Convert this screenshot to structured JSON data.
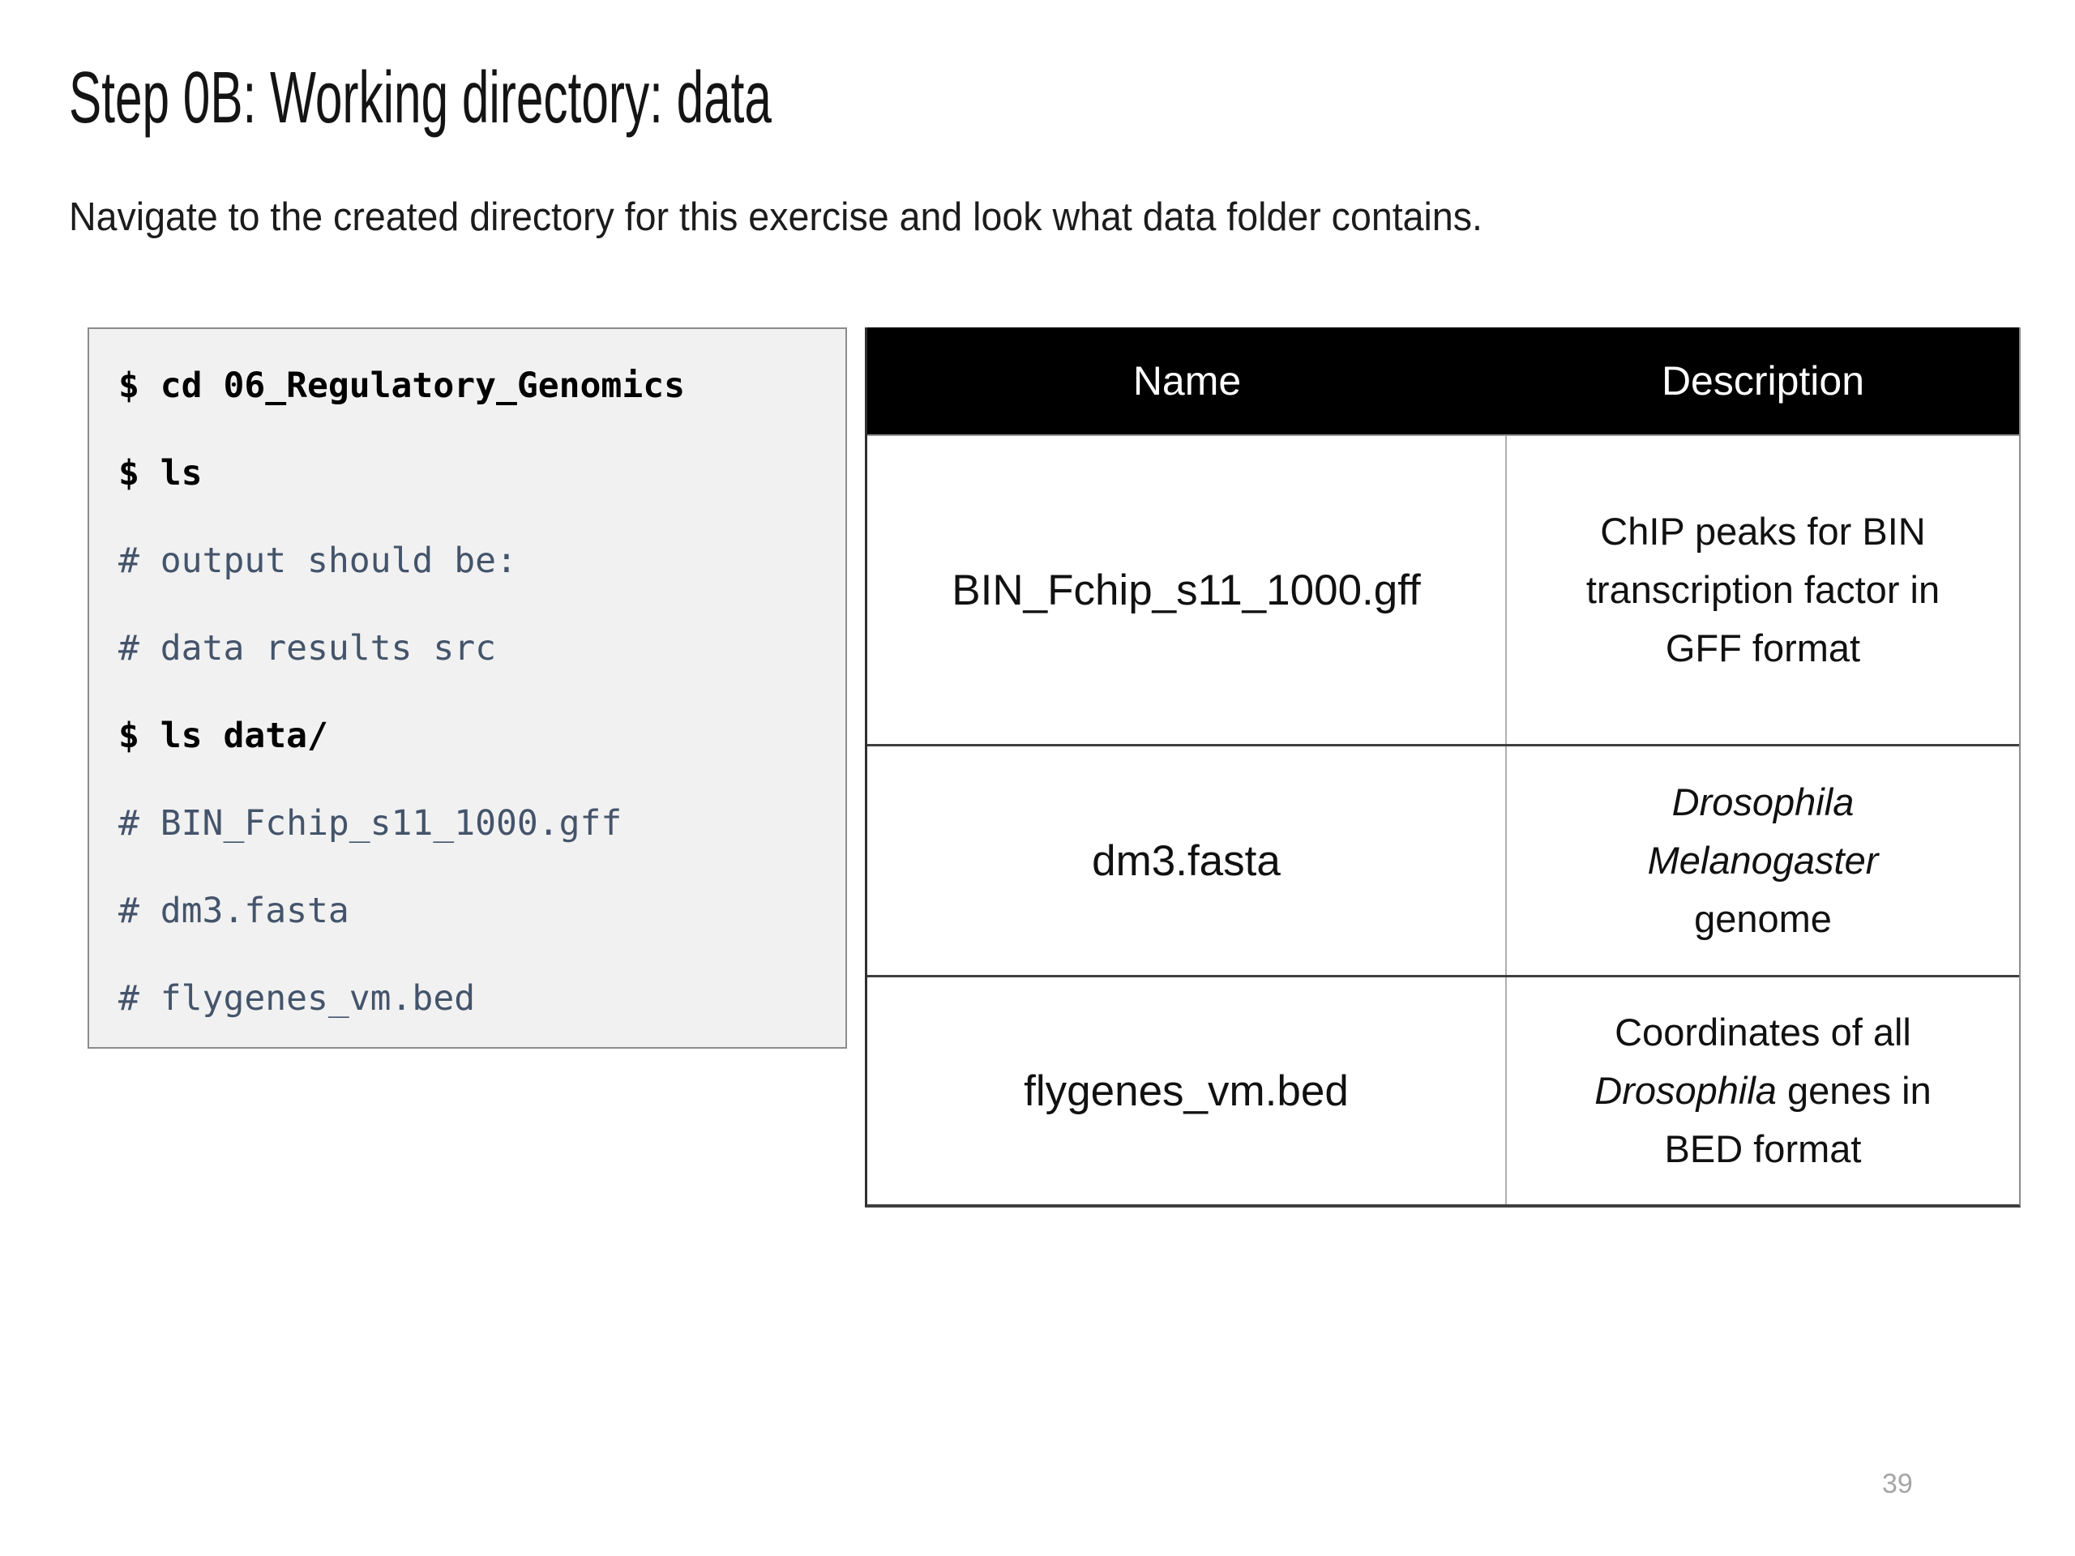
{
  "slide": {
    "title": "Step 0B: Working directory: data",
    "subtitle": "Navigate to the created directory for this exercise and look what data folder contains.",
    "page_number": "39"
  },
  "terminal": {
    "lines": [
      {
        "type": "command",
        "text": "$ cd 06_Regulatory_Genomics"
      },
      {
        "type": "command",
        "text": "$ ls"
      },
      {
        "type": "comment",
        "text": "# output should be:"
      },
      {
        "type": "comment",
        "text": "# data results src"
      },
      {
        "type": "command",
        "text": "$ ls data/"
      },
      {
        "type": "comment",
        "text": "# BIN_Fchip_s11_1000.gff"
      },
      {
        "type": "comment",
        "text": "# dm3.fasta"
      },
      {
        "type": "comment",
        "text": "# flygenes_vm.bed"
      }
    ],
    "colors": {
      "command_text": "#000000",
      "comment_text": "#44546a",
      "background": "#f1f1f2",
      "border": "#8c8c8c"
    }
  },
  "table": {
    "headers": [
      "Name",
      "Description"
    ],
    "colors": {
      "header_background": "#000000",
      "header_text": "#ffffff",
      "grid_line": "#3f3f3f",
      "column_divider": "#b0b0b0"
    },
    "rows": [
      {
        "name": "BIN_Fchip_s11_1000.gff",
        "description": [
          [
            {
              "text": "ChIP peaks for BIN",
              "italic": false
            }
          ],
          [
            {
              "text": "transcription factor in",
              "italic": false
            }
          ],
          [
            {
              "text": "GFF format",
              "italic": false
            }
          ]
        ]
      },
      {
        "name": "dm3.fasta",
        "description": [
          [
            {
              "text": "Drosophila",
              "italic": true
            }
          ],
          [
            {
              "text": "Melanogaster",
              "italic": true
            }
          ],
          [
            {
              "text": "genome",
              "italic": false
            }
          ]
        ]
      },
      {
        "name": "flygenes_vm.bed",
        "description": [
          [
            {
              "text": "Coordinates of all",
              "italic": false
            }
          ],
          [
            {
              "text": "Drosophila",
              "italic": true
            },
            {
              "text": " genes in",
              "italic": false
            }
          ],
          [
            {
              "text": "BED format",
              "italic": false
            }
          ]
        ]
      }
    ]
  }
}
